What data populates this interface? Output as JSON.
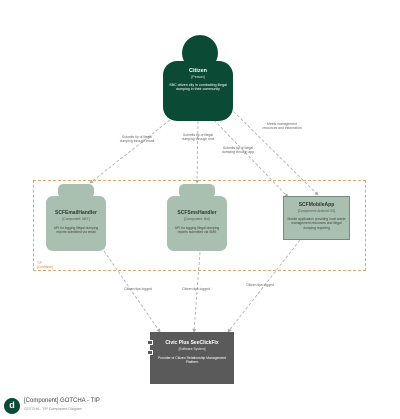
{
  "person": {
    "name": "Citizen",
    "kind": "[Person]",
    "description": "SBC citizen city in combatting illegal dumping in their community"
  },
  "boundary": {
    "label_line1": "TIP",
    "label_line2": "[Container]"
  },
  "components": {
    "email_handler": {
      "name": "SCFEmailHandler",
      "kind": "[Component: NET]",
      "description": "API for logging illegal dumping reports submitted via email"
    },
    "sms_handler": {
      "name": "SCFSmsHandler",
      "kind": "[Component: Bot]",
      "description": "API for logging illegal dumping reports submitted via SMS"
    },
    "mobile_app": {
      "name": "SCFMobileApp",
      "kind": "[Component: Android OS]",
      "description": "Mobile application providing local waste management resources and illegal dumping reporting"
    }
  },
  "system": {
    "name": "Civic Plus SeeClickFix",
    "kind": "[Software System]",
    "description": "Provider of Citizen Relationship Management Platform"
  },
  "edges": {
    "to_email": "Submits tip of illegal dumping through email",
    "to_sms": "Submits tip of illegal dumping through sms",
    "to_app": "Submits tip of illegal dumping through app",
    "to_app_resources": "Meets management resources and information",
    "email_to_system": "Citizen tips logged",
    "sms_to_system": "Citizen tips logged",
    "app_to_system": "Citizen tips logged"
  },
  "footer": {
    "logo_letter": "d",
    "title": "[Component] GOTCHA - TIP",
    "subtitle": "GOTCHA - TIP Component Diagram"
  },
  "colors": {
    "person": "#0b4a35",
    "component": "#a9c0b0",
    "system": "#5a5a5a",
    "boundary": "#e0a86b",
    "edge": "#aaaaaa"
  }
}
